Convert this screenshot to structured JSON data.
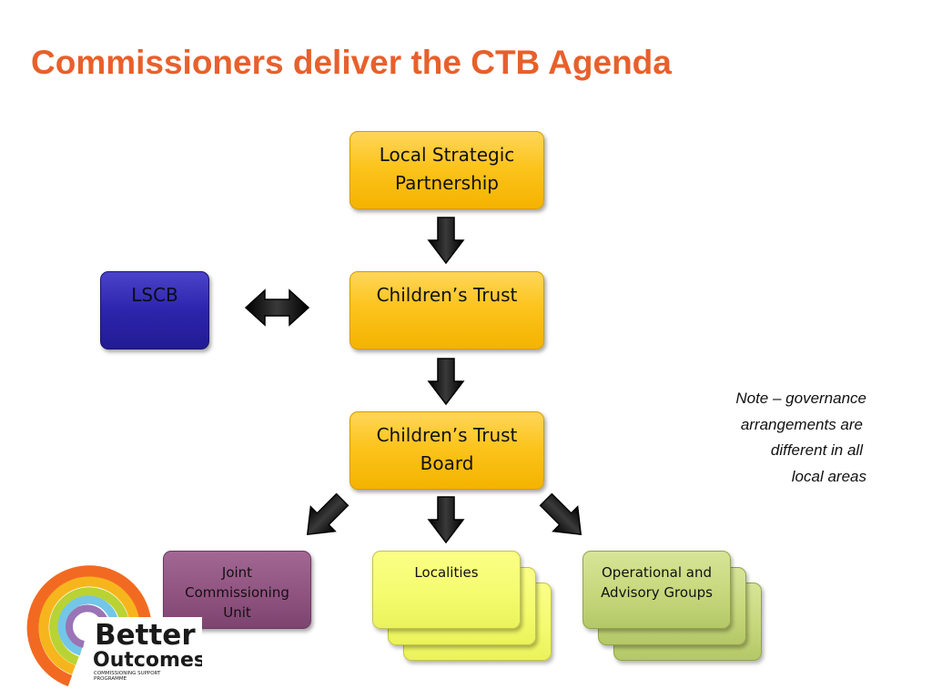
{
  "title": "Commissioners deliver the CTB Agenda",
  "nodes": {
    "lsp": "Local Strategic Partnership",
    "lscb": "LSCB",
    "trust": "Children’s Trust",
    "board": "Children’s Trust Board",
    "jcu": "Joint Commissioning Unit",
    "localities": "Localities",
    "operational": "Operational and Advisory Groups"
  },
  "note": [
    "Note – governance",
    "arrangements are",
    "different in all",
    "local areas"
  ],
  "logo": {
    "line1": "Better",
    "line2": "Outcomes",
    "line3": "COMMISSIONING SUPPORT",
    "line4": "PROGRAMME"
  },
  "colors": {
    "title": "#e8602b",
    "core_box": "#fcc41d",
    "lscb_box": "#2d24ad",
    "jcu_box": "#8f527f",
    "localities_box": "#f4fb6c",
    "operational_box": "#c4d67a",
    "arrow": "#000000"
  }
}
